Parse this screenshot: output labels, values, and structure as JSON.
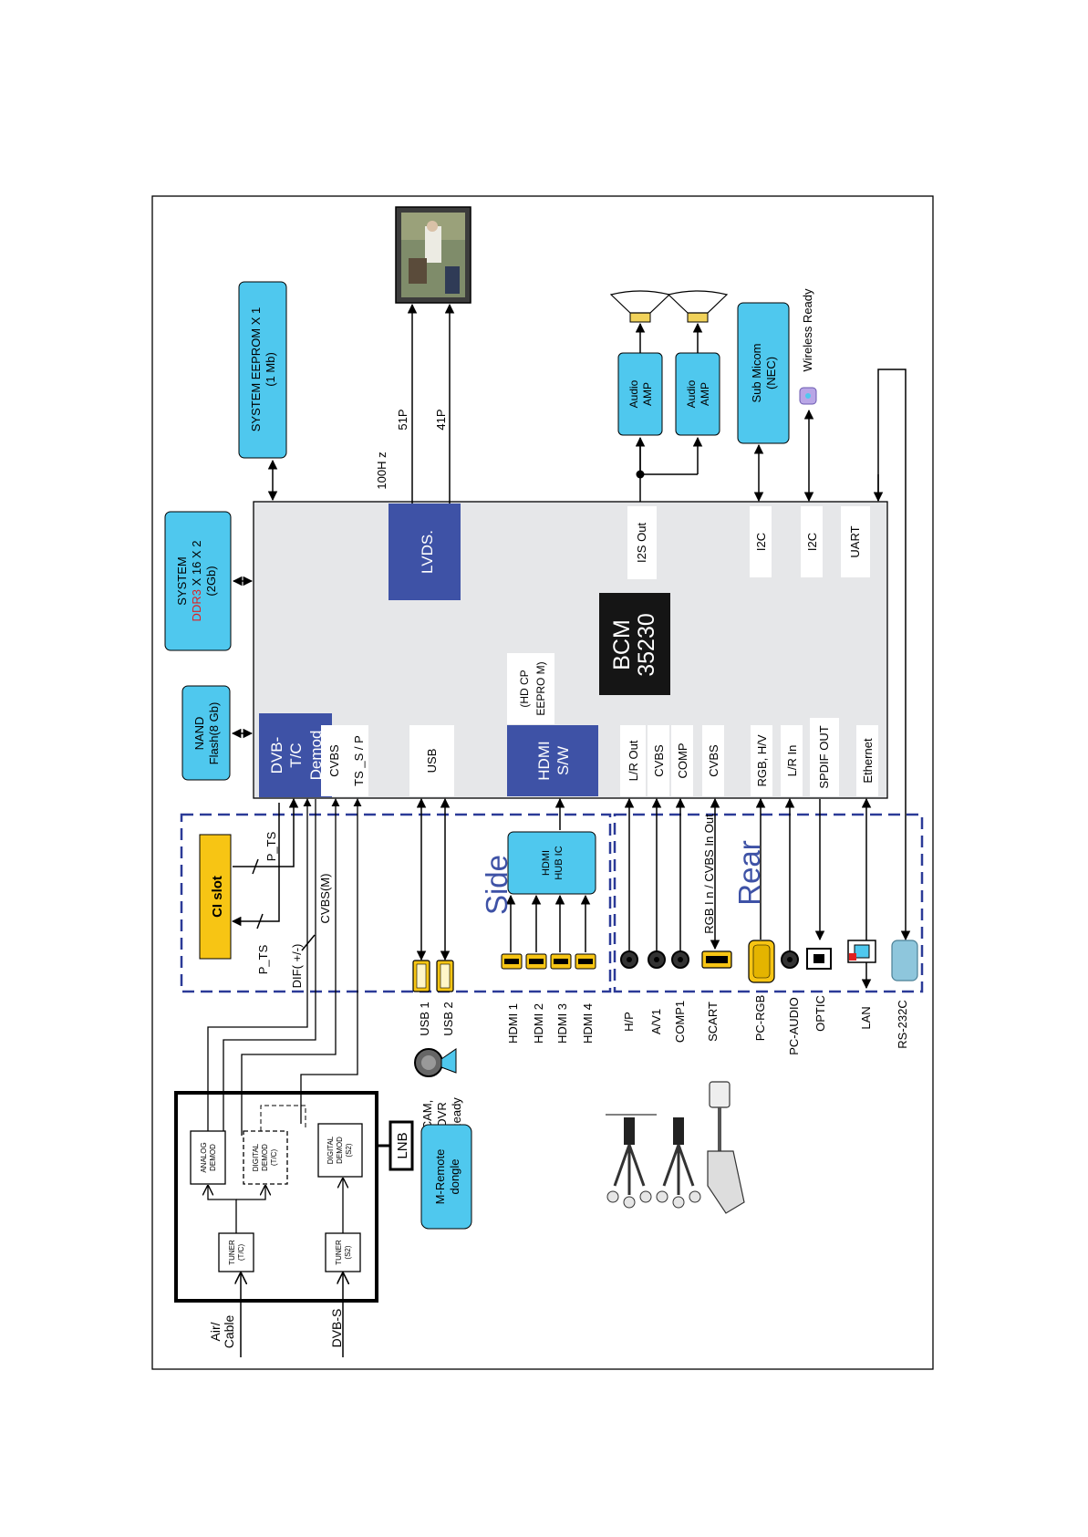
{
  "memory": {
    "eeprom": [
      "SYSTEM EEPROM X 1",
      "(1 Mb)"
    ],
    "ddr_prefix": "SYSTEM",
    "ddr_red": "DDR3",
    "ddr_rest": " X 16  X 2",
    "ddr_size": "(2Gb)",
    "nand": [
      "NAND",
      "Flash(8 Gb)"
    ]
  },
  "soc": {
    "name": [
      "BCM",
      "35230"
    ],
    "lvds": "LVDS.",
    "hz": "100H z",
    "lvds_51": "51P",
    "lvds_41": "41P",
    "dvb_demod": [
      "DVB-",
      "T/C",
      "Demod"
    ],
    "cvbs_ts": [
      "CVBS",
      "TS _S / P"
    ],
    "usb": "USB",
    "hdmi_sw": [
      "HDMI",
      "S/W"
    ],
    "hdcp": [
      "(HD  CP",
      "EEPRO M)"
    ],
    "left_ports": [
      "L/R Out",
      "CVBS",
      "COMP",
      "CVBS"
    ],
    "right_ports": [
      "RGB, H/V",
      "L/R In",
      "SPDIF OUT",
      "Ethernet"
    ],
    "i2s": "I2S   Out",
    "i2c_1": "I2C",
    "i2c_2": "I2C",
    "uart": "UART"
  },
  "audio": {
    "amp1": [
      "Audio",
      "AMP"
    ],
    "amp2": [
      "Audio",
      "AMP"
    ]
  },
  "micom": {
    "label": [
      "Sub Micom",
      "(NEC)"
    ],
    "wireless": "Wireless   Ready"
  },
  "side": {
    "title": "Side",
    "ci_slot": "CI slot",
    "p_ts_1": "P_TS",
    "p_ts_2": "P_TS",
    "dif": "DIF( +/-)",
    "cvbs_m": "CVBS(M)",
    "hdmi_hub": [
      "HDMI",
      "HUB IC"
    ],
    "usb_labels": [
      "USB 1",
      "USB 2"
    ],
    "hdmi_labels": [
      "HDMI 1",
      "HDMI 2",
      "HDMI 3",
      "HDMI 4"
    ],
    "cam": [
      "CAM,",
      "DVR",
      "Ready"
    ]
  },
  "rear": {
    "title": "Rear",
    "rgb_cvbs": "RGB I n / CVBS In  Out",
    "labels": [
      "H/P",
      "A/V1",
      "COMP1",
      "SCART",
      "PC-RGB",
      "PC-AUDIO",
      "OPTIC",
      "LAN",
      "RS-232C"
    ]
  },
  "tuner": {
    "analog": [
      "ANALOG",
      "DEMOD"
    ],
    "digital_tc": [
      "DIGITAL",
      "DEMOD",
      "(T/C)"
    ],
    "digital_s2": [
      "DIGITAL",
      "DEMOD",
      "(S2)"
    ],
    "tuner_tc": [
      "TUNER",
      "(T/C)"
    ],
    "tuner_s2": [
      "TUNER",
      "(S2)"
    ],
    "lnb": "LNB",
    "mremote": [
      "M-Remote",
      "dongle"
    ],
    "air_cable": [
      "Air/",
      "Cable"
    ],
    "dvbs": "DVB-S"
  },
  "colors": {
    "light_blue": "#4fc8ee",
    "dark_blue": "#3e52a6",
    "yellow": "#f7c514",
    "soc_bg": "#e6e7e9",
    "bcm_bg": "#151515",
    "dash_blue": "#2b3a97",
    "ddr_red": "#e02020"
  }
}
